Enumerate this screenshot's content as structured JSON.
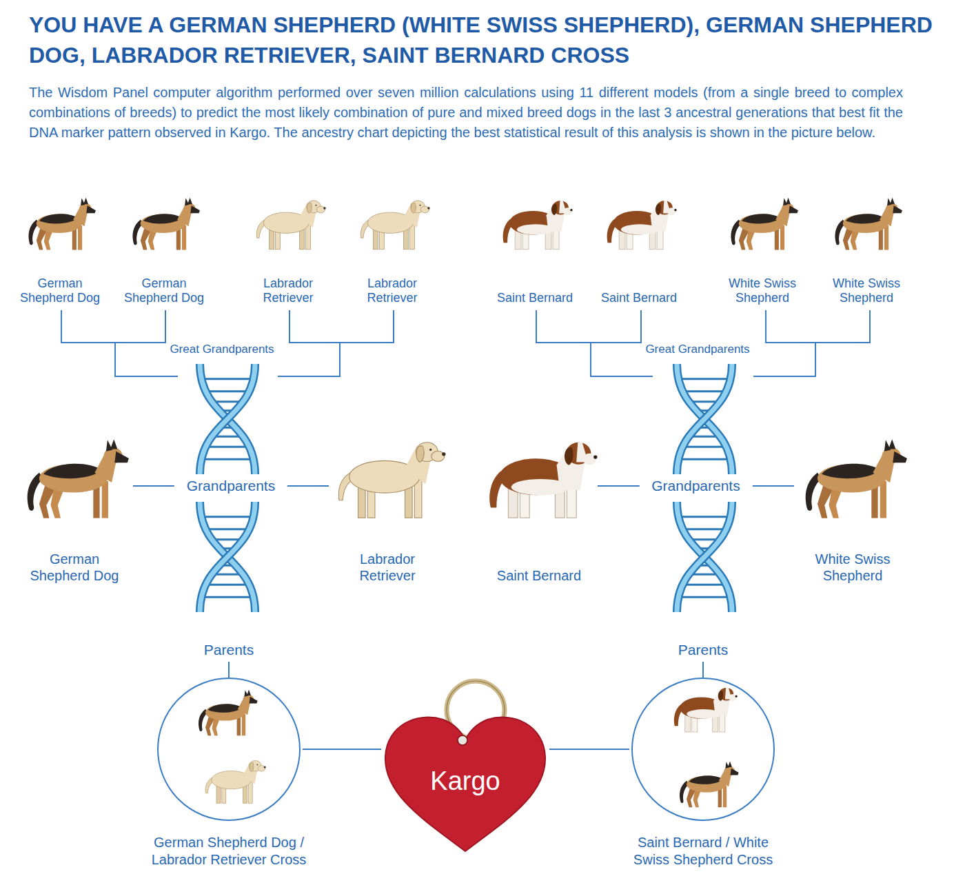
{
  "diagram": {
    "title": "YOU HAVE A GERMAN SHEPHERD (WHITE SWISS SHEPHERD), GERMAN SHEPHERD DOG, LABRADOR RETRIEVER, SAINT BERNARD CROSS",
    "caption": "The Wisdom Panel computer algorithm performed over seven million calculations using 11 different models (from a single breed to complex combinations of breeds) to predict the most likely combination of pure and mixed breed dogs in the last 3 ancestral generations that best fit the DNA marker pattern observed in Kargo. The ancestry chart depicting the best statistical result of this analysis is shown in the picture below.",
    "nodes": [
      {
        "text": [
          "German Shepherd Dog"
        ]
      },
      {
        "text": [
          "German Shepherd Dog"
        ]
      },
      {
        "text": [
          "Labrador Retriever"
        ]
      },
      {
        "text": [
          "Labrador Retriever"
        ]
      },
      {
        "text": [
          "Saint Bernard"
        ]
      },
      {
        "text": [
          "Saint Bernard"
        ]
      },
      {
        "text": [
          "White Swiss Shepherd"
        ]
      },
      {
        "text": [
          "White Swiss Shepherd"
        ]
      },
      {
        "text": [
          "German Shepherd Dog"
        ]
      },
      {
        "text": [
          "Labrador Retriever"
        ]
      },
      {
        "text": [
          "Saint Bernard"
        ]
      },
      {
        "text": [
          "White Swiss Shepherd"
        ]
      },
      {
        "text": [
          "Parents",
          "German Shepherd Dog / Labrador Retriever Cross"
        ]
      },
      {
        "text": [
          "Kargo"
        ]
      },
      {
        "text": [
          "Parents",
          "Saint Bernard / White Swiss Shepherd Cross"
        ]
      }
    ],
    "edges": [
      {
        "from": 8,
        "to": 9,
        "label": "Grandparents",
        "arrow": "none"
      },
      {
        "from": 10,
        "to": 11,
        "label": "Grandparents",
        "arrow": "none"
      },
      {
        "from": 12,
        "to": 13,
        "arrow": "none"
      },
      {
        "from": 13,
        "to": 14,
        "arrow": "none"
      }
    ],
    "labels": [
      "Great Grandparents",
      "Great Grandparents"
    ]
  }
}
